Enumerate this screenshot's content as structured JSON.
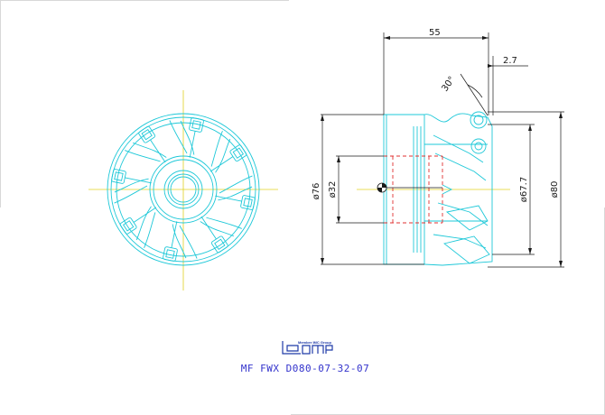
{
  "drawing": {
    "colors": {
      "tool": "#1ec8d8",
      "centerline": "#e0d020",
      "dimension": "#1a1a1a",
      "hidden": "#e03030",
      "title": "#3333cc",
      "logo": "#1f3aa8",
      "frame": "#d8d8d8"
    },
    "dimensions": {
      "length": "55",
      "offset": "2.7",
      "angle": "30°",
      "body_diameter": "ø76",
      "bore_diameter": "ø32",
      "inner_diameter": "ø67.7",
      "cutting_diameter": "ø80"
    },
    "views": [
      "front-view",
      "side-view"
    ]
  },
  "branding": {
    "logo_icon": "iscar-logo-icon",
    "member_text": "Member IMC Group"
  },
  "part_number": "MF FWX D080-07-32-07"
}
